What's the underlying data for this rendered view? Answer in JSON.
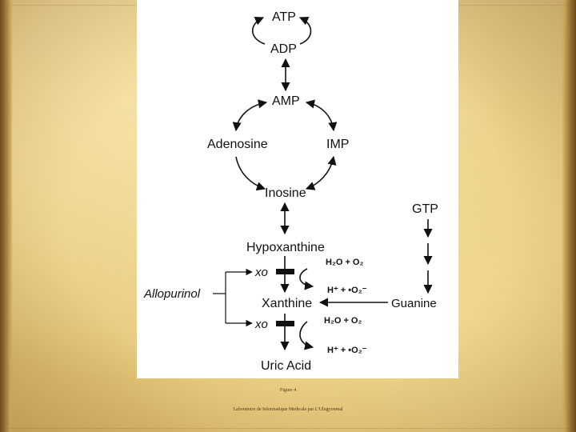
{
  "diagram": {
    "atp": "ATP",
    "adp": "ADP",
    "amp": "AMP",
    "adenosine": "Adenosine",
    "imp": "IMP",
    "inosine": "Inosine",
    "gtp": "GTP",
    "hypoxanthine": "Hypoxanthine",
    "xo_top": "xo",
    "xo_bottom": "xo",
    "h2o_o2_top": "H₂O + O₂",
    "h_o2_top": "H⁺ + •O₂⁻",
    "allopurinol": "Allopurinol",
    "xanthine": "Xanthine",
    "guanine": "Guanine",
    "h2o_o2_bottom": "H₂O + O₂",
    "h_o2_bottom": "H⁺ + •O₂⁻",
    "uric_acid": "Uric Acid"
  },
  "caption": "Figure 4",
  "credit": "Laboratoire de Informatique Medicale par L'Ulugyoumal"
}
